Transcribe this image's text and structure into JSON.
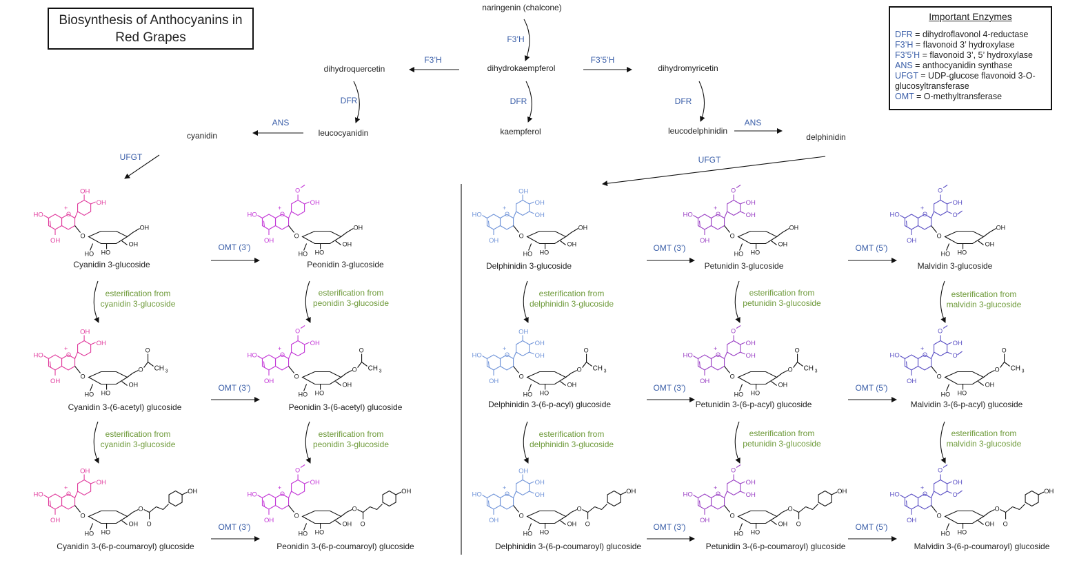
{
  "title": "Biosynthesis of Anthocyanins in Red Grapes",
  "legend": {
    "header": "Important Enzymes",
    "rows": [
      {
        "abbr": "DFR",
        "desc": " = dihydroflavonol 4-reductase"
      },
      {
        "abbr": "F3’H",
        "desc": " = flavonoid 3’ hydroxylase"
      },
      {
        "abbr": "F3’5’H",
        "desc": " = flavonoid 3’, 5’ hydroxylase"
      },
      {
        "abbr": "ANS",
        "desc": " = anthocyanidin synthase"
      },
      {
        "abbr": "UFGT",
        "desc": " = UDP-glucose flavonoid 3-O-glucosyltransferase"
      },
      {
        "abbr": "OMT",
        "desc": " = O-methyltransferase"
      }
    ]
  },
  "pathway": {
    "naringenin": "naringenin (chalcone)",
    "dihydrokaempferol": "dihydrokaempferol",
    "dihydroquercetin": "dihydroquercetin",
    "dihydromyricetin": "dihydromyricetin",
    "kaempferol": "kaempferol",
    "leucocyanidin": "leucocyanidin",
    "leucodelphinidin": "leucodelphinidin",
    "cyanidin": "cyanidin",
    "delphinidin": "delphinidin"
  },
  "enzymes": {
    "f3h_top": "F3’H",
    "f3h_left": "F3’H",
    "f35h": "F3’5’H",
    "dfr_left": "DFR",
    "dfr_mid": "DFR",
    "dfr_right": "DFR",
    "ans_left": "ANS",
    "ans_right": "ANS",
    "ufgt_left": "UFGT",
    "ufgt_right": "UFGT"
  },
  "compounds": {
    "cy_g": "Cyanidin 3-glucoside",
    "pn_g": "Peonidin 3-glucoside",
    "dp_g": "Delphinidin 3-glucoside",
    "pt_g": "Petunidin 3-glucoside",
    "mv_g": "Malvidin 3-glucoside",
    "cy_a": "Cyanidin 3-(6-acetyl) glucoside",
    "pn_a": "Peonidin 3-(6-acetyl) glucoside",
    "dp_a": "Delphinidin 3-(6-p-acyl) glucoside",
    "pt_a": "Petunidin 3-(6-p-acyl) glucoside",
    "mv_a": "Malvidin 3-(6-p-acyl) glucoside",
    "cy_c": "Cyanidin 3-(6-p-coumaroyl) glucoside",
    "pn_c": "Peonidin 3-(6-p-coumaroyl) glucoside",
    "dp_c": "Delphinidin 3-(6-p-coumaroyl) glucoside",
    "pt_c": "Petunidin 3-(6-p-coumaroyl) glucoside",
    "mv_c": "Malvidin 3-(6-p-coumaroyl) glucoside"
  },
  "omt": {
    "omt3": "OMT (3’)",
    "omt5": "OMT (5’)"
  },
  "esterification": {
    "cy": [
      "esterification from",
      "cyanidin 3-glucoside"
    ],
    "pn": [
      "esterification from",
      "peonidin 3-glucoside"
    ],
    "dp": [
      "esterification from",
      "delphinidin 3-glucoside"
    ],
    "pt": [
      "esterification from",
      "petunidin 3-glucoside"
    ],
    "mv": [
      "esterification from",
      "malvidin 3-glucoside"
    ]
  },
  "colors": {
    "cyanidin": "#e0399c",
    "peonidin": "#c234d6",
    "delphinidin": "#6f93d8",
    "petunidin": "#9a3fc4",
    "malvidin": "#5a4fc4",
    "enzyme": "#3a5ea8",
    "ester": "#6e9a3a"
  },
  "atoms": {
    "oh": "OH",
    "ho": "HO",
    "ch3": "CH",
    "o": "O",
    "plus": "+"
  }
}
